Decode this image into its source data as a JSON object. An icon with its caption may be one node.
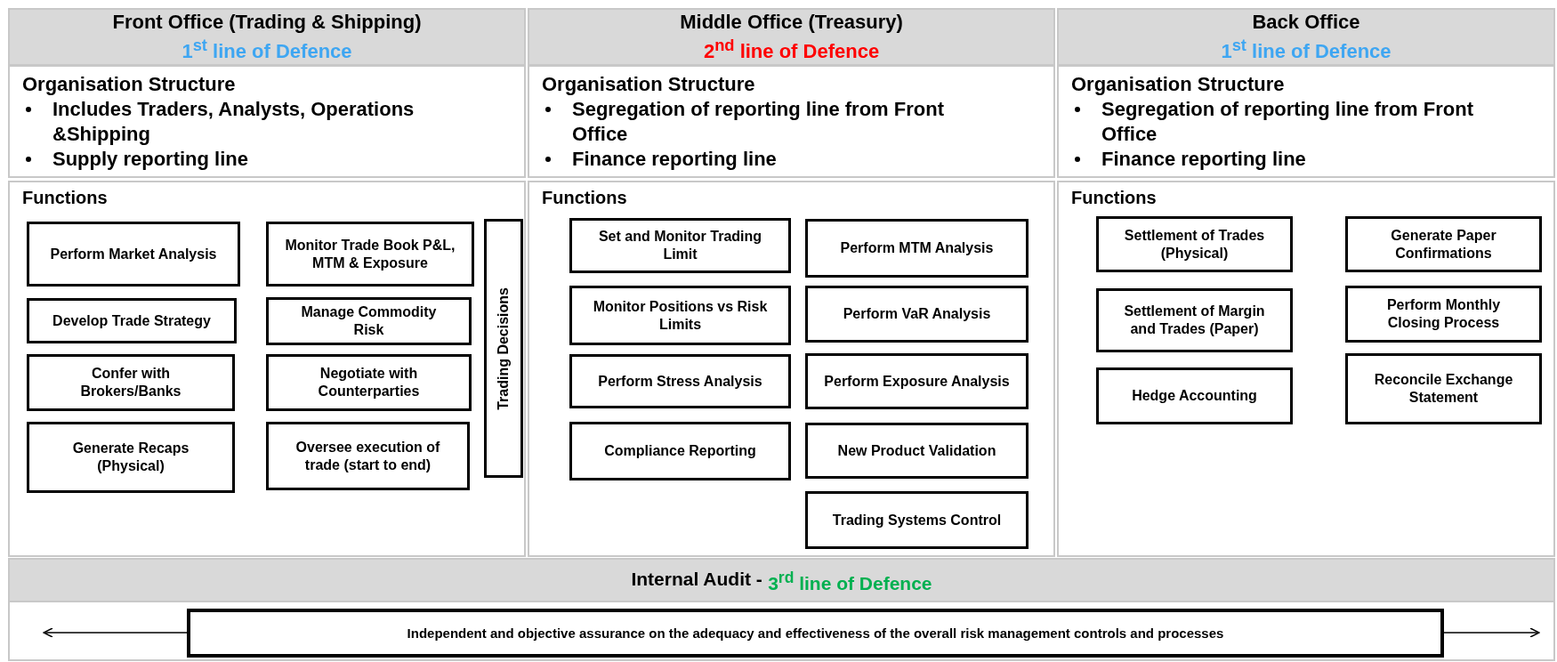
{
  "diagram": {
    "nodes": [
      {
        "text": [
          "Front Office (Trading & Shipping)",
          "1$^{st}$ line of Defence"
        ]
      },
      {
        "text": [
          "Organisation Structure",
          "Includes Traders, Analysts, Operations &Shipping",
          "Supply reporting line"
        ]
      },
      {
        "text": [
          "Functions"
        ]
      },
      {
        "text": [
          "Perform Market Analysis"
        ],
        "in": 2
      },
      {
        "text": [
          "Develop Trade Strategy"
        ],
        "in": 2
      },
      {
        "text": [
          "Confer with Brokers/Banks"
        ],
        "in": 2
      },
      {
        "text": [
          "Generate Recaps (Physical)"
        ],
        "in": 2
      },
      {
        "text": [
          "Monitor Trade Book P&L, MTM & Exposure"
        ],
        "in": 2
      },
      {
        "text": [
          "Manage Commodity Risk"
        ],
        "in": 2
      },
      {
        "text": [
          "Negotiate with Counterparties"
        ],
        "in": 2
      },
      {
        "text": [
          "Oversee execution of trade (start to end)"
        ],
        "in": 2
      },
      {
        "text": [
          "Trading Decisions"
        ],
        "in": 2
      },
      {
        "text": [
          "Middle Office (Treasury)",
          "2$^{nd}$ line of Defence"
        ]
      },
      {
        "text": [
          "Organisation Structure",
          "Segregation of reporting line from Front Office",
          "Finance reporting line"
        ]
      },
      {
        "text": [
          "Functions"
        ]
      },
      {
        "text": [
          "Set and Monitor Trading Limit"
        ],
        "in": 14
      },
      {
        "text": [
          "Monitor Positions vs Risk Limits"
        ],
        "in": 14
      },
      {
        "text": [
          "Perform Stress Analysis"
        ],
        "in": 14
      },
      {
        "text": [
          "Compliance Reporting"
        ],
        "in": 14
      },
      {
        "text": [
          "Perform MTM Analysis"
        ],
        "in": 14
      },
      {
        "text": [
          "Perform VaR Analysis"
        ],
        "in": 14
      },
      {
        "text": [
          "Perform Exposure Analysis"
        ],
        "in": 14
      },
      {
        "text": [
          "New Product Validation"
        ],
        "in": 14
      },
      {
        "text": [
          "Trading Systems Control"
        ],
        "in": 14
      },
      {
        "text": [
          "Back Office",
          "1$^{st}$ line of Defence"
        ]
      },
      {
        "text": [
          "Organisation Structure",
          "Segregation of reporting line from Front Office",
          "Finance reporting line"
        ]
      },
      {
        "text": [
          "Functions"
        ]
      },
      {
        "text": [
          "Settlement of Trades (Physical)"
        ],
        "in": 26
      },
      {
        "text": [
          "Settlement of Margin and Trades (Paper)"
        ],
        "in": 26
      },
      {
        "text": [
          "Hedge Accounting"
        ],
        "in": 26
      },
      {
        "text": [
          "Generate Paper Confirmations"
        ],
        "in": 26
      },
      {
        "text": [
          "Perform Monthly Closing Process"
        ],
        "in": 26
      },
      {
        "text": [
          "Reconcile Exchange Statement"
        ],
        "in": 26
      },
      {
        "text": [
          "Internal Audit -",
          "3$^{rd}$ line of Defence"
        ]
      },
      {
        "text": [
          "Independent and objective assurance on the adequacy and effectiveness of the overall risk management controls and processes"
        ],
        "in": 33
      }
    ],
    "edges": [
      {
        "from": 34,
        "to": null,
        "arrow": "to"
      },
      {
        "from": 34,
        "to": null,
        "arrow": "to"
      }
    ]
  }
}
